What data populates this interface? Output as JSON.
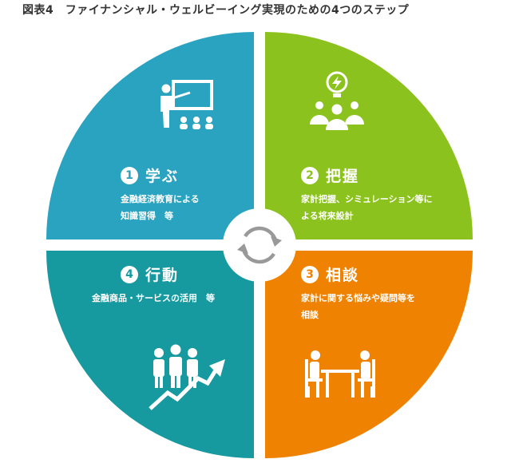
{
  "title": "図表4　ファイナンシャル・ウェルビーイング実現のための4つのステップ",
  "colors": {
    "learn": "#2aa3c1",
    "plan": "#8cc21e",
    "consult": "#ef8200",
    "act": "#169aa0",
    "center_arrows": "#999999"
  },
  "steps": [
    {
      "number": "1",
      "title": "学ぶ",
      "description": "金融経済教育による\n知識習得　等",
      "icon": "teacher-presentation-icon"
    },
    {
      "number": "2",
      "title": "把握",
      "description": "家計把握、シミュレーション等に\nよる将来設計",
      "icon": "idea-team-icon"
    },
    {
      "number": "3",
      "title": "相談",
      "description": "家計に関する悩みや疑問等を\n相談",
      "icon": "consultation-table-icon"
    },
    {
      "number": "4",
      "title": "行動",
      "description": "金融商品・サービスの活用　等",
      "icon": "growth-team-icon"
    }
  ]
}
